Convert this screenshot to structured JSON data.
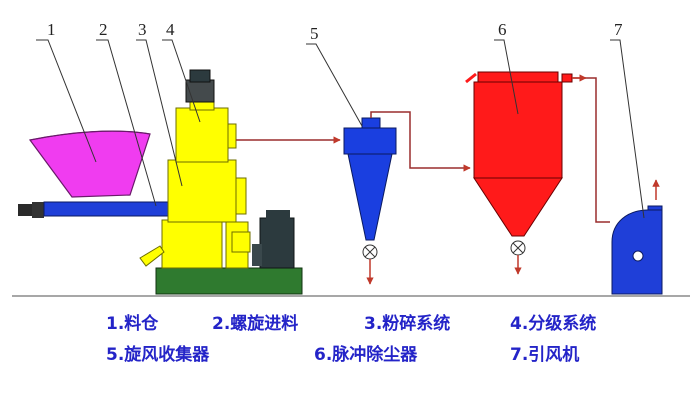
{
  "callouts": [
    "1",
    "2",
    "3",
    "4",
    "5",
    "6",
    "7"
  ],
  "legend": [
    "1.料仓",
    "2.螺旋进料",
    "3.粉碎系统",
    "4.分级系统",
    "5.旋风收集器",
    "6.脉冲除尘器",
    "7.引风机"
  ],
  "colors": {
    "hopper": "#f03cf0",
    "screw": "#1f3fd8",
    "mill": "#ffff00",
    "base": "#2f7a2f",
    "motor": "#2c3a3e",
    "cyclone": "#1a3fe0",
    "filter": "#ff1a1a",
    "fan": "#1f3fd8",
    "pipe": "#9a2d2d",
    "legend_text": "#2424c8"
  }
}
